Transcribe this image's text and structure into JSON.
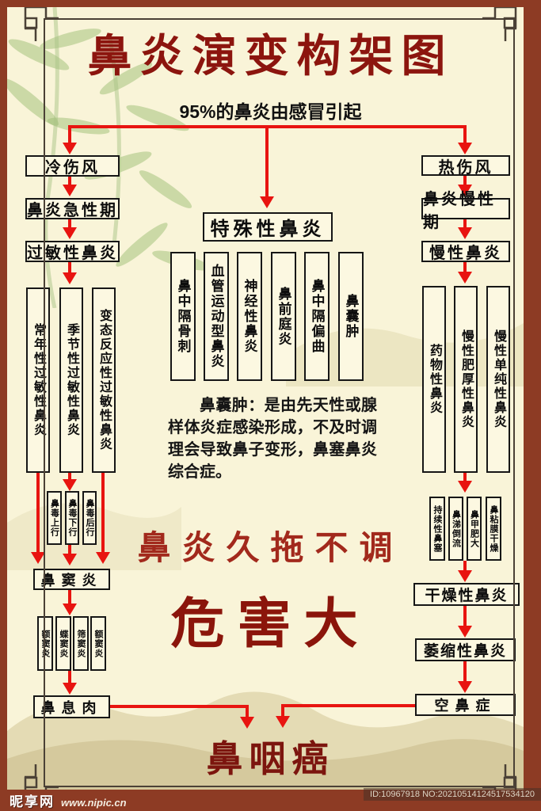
{
  "title": "鼻炎演变构架图",
  "subtitle": "95%的鼻炎由感冒引起",
  "left_chain": [
    "冷伤风",
    "鼻炎急性期",
    "过敏性鼻炎"
  ],
  "right_chain": [
    "热伤风",
    "鼻炎慢性期",
    "慢性鼻炎"
  ],
  "special": {
    "header": "特殊性鼻炎",
    "items": [
      "鼻中隔骨刺",
      "血管运动型鼻炎",
      "神经性鼻炎",
      "鼻前庭炎",
      "鼻中隔偏曲",
      "鼻囊肿"
    ]
  },
  "left_tall": [
    "常年性过敏性鼻炎",
    "季节性过敏性鼻炎",
    "变态反应性过敏性鼻炎"
  ],
  "right_tall": [
    "药物性鼻炎",
    "慢性肥厚性鼻炎",
    "慢性单纯性鼻炎"
  ],
  "left_small": [
    "鼻毒上行",
    "鼻毒下行",
    "鼻毒后行"
  ],
  "sinus_types": [
    "额窦炎",
    "蝶窦炎",
    "筛窦炎",
    "额窦炎"
  ],
  "right_small": [
    "持续性鼻塞",
    "鼻涕倒流",
    "鼻甲肥大",
    "鼻粘膜干燥"
  ],
  "nodes": {
    "sinusitis": "鼻窦炎",
    "polyp": "鼻息肉",
    "dry": "干燥性鼻炎",
    "atrophic": "萎缩性鼻炎",
    "empty_nose": "空鼻症",
    "cancer": "鼻咽癌"
  },
  "note": "鼻囊肿：是由先天性或腺样体炎症感染形成，不及时调理会导致鼻子变形，鼻塞鼻炎综合症。",
  "slogan": {
    "line1": "鼻炎久拖不调",
    "line2": "危害大"
  },
  "watermark": {
    "site": "昵享网",
    "url": "www.nipic.cn",
    "id": "ID:10967918 NO:20210514124517534120"
  },
  "colors": {
    "arrow_red": "#e81410",
    "title_red": "#8c150e",
    "slogan_red": "#8b150b",
    "frame_maroon": "#8d3b24",
    "background_cream": "#f9f4d8"
  }
}
